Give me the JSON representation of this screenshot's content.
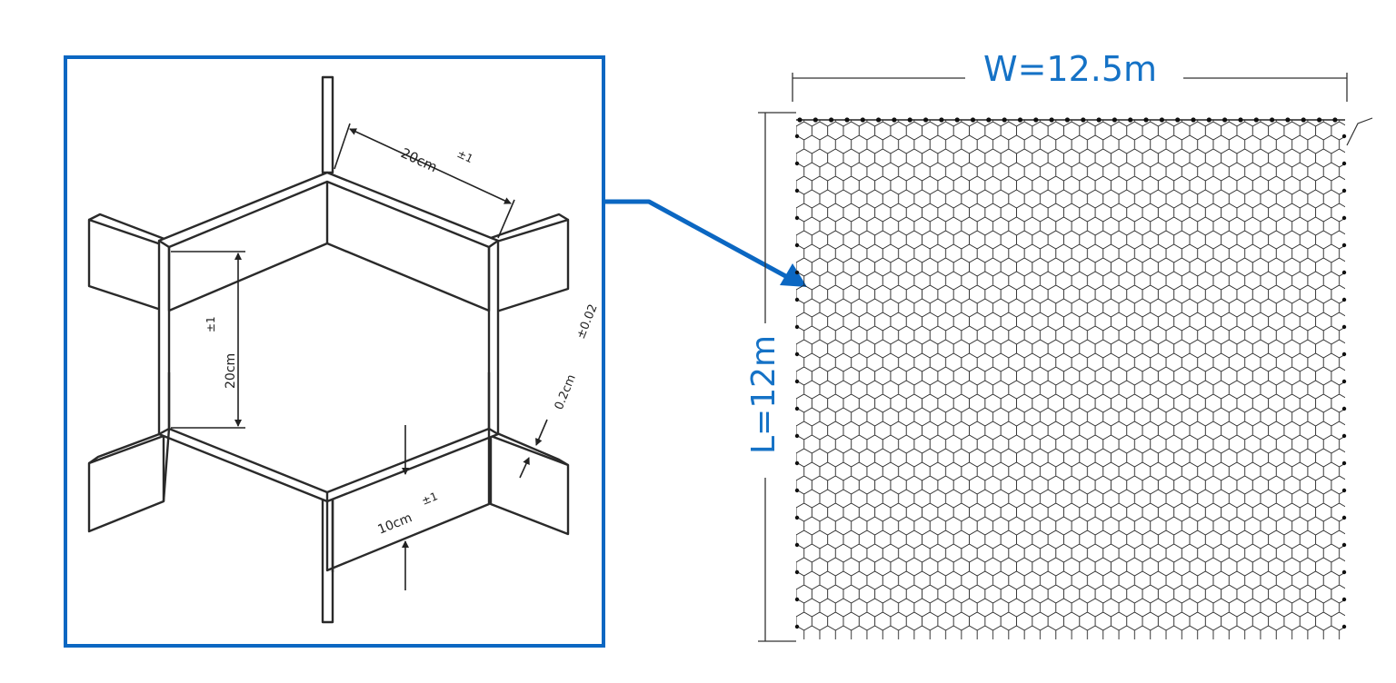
{
  "colors": {
    "accent": "#0b67c2",
    "line": "#2a2a2a",
    "dimension_text": "#1572c6"
  },
  "detail": {
    "edge_length_label": "20cm",
    "edge_length_tolerance": "±1",
    "side_length_label": "20cm",
    "side_length_tolerance": "±1",
    "cell_height_label": "10cm",
    "cell_height_tolerance": "±1",
    "wall_thickness_label": "0.2cm",
    "wall_thickness_tolerance": "±0.02"
  },
  "panel": {
    "width_label": "W=12.5m",
    "length_label": "L=12m"
  }
}
